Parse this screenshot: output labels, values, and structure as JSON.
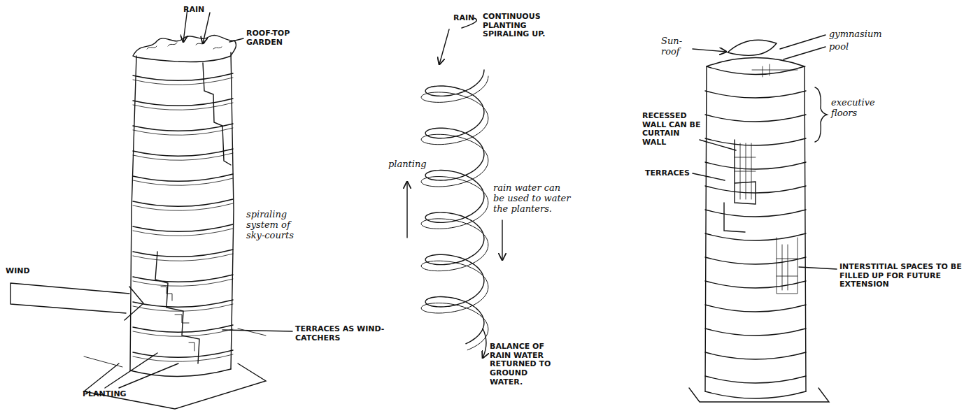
{
  "diagram": {
    "labels": [
      "RAIN",
      "ROOF-TOP GARDEN",
      "spiraling system of sky-courts",
      "WIND",
      "TERRACES AS WIND-CATCHERS",
      "PLANTING",
      "RAIN",
      "CONTINUOUS PLANTING SPIRALING UP.",
      "planting",
      "rain water can be used to water the planters.",
      "BALANCE OF RAIN WATER RETURNED TO GROUND WATER.",
      "Sun-roof",
      "gymnasium",
      "pool",
      "RECESSED WALL CAN BE CURTAIN WALL",
      "TERRACES",
      "executive floors",
      "INTERSTITIAL SPACES TO BE FILLED UP FOR FUTURE EXTENSION"
    ]
  }
}
